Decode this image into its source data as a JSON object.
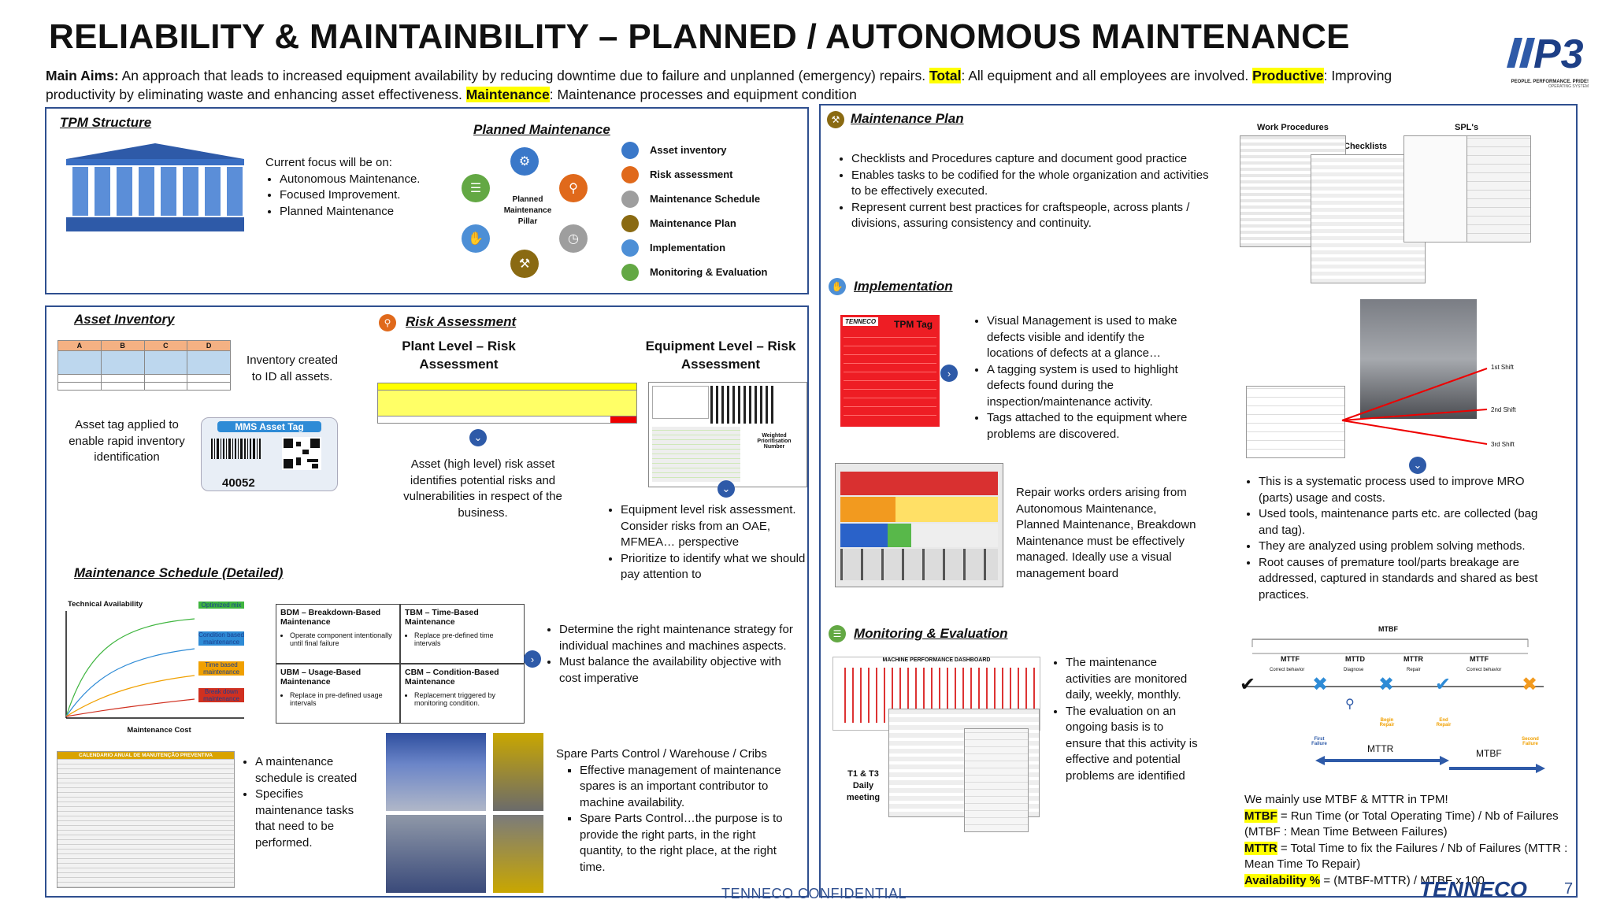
{
  "header": {
    "title": "RELIABILITY & MAINTAINBILITY – PLANNED / AUTONOMOUS MAINTENANCE",
    "aims_label": "Main Aims:",
    "aims_text": " An approach that leads to increased equipment availability by reducing downtime due to failure and unplanned (emergency) repairs.  ",
    "total_label": "Total",
    "total_text": ": All equipment and all employees are involved.  ",
    "productive_label": "Productive",
    "productive_text": ": Improving productivity by eliminating waste and enhancing asset effectiveness.  ",
    "maintenance_label": "Maintenance",
    "maintenance_text": ": Maintenance processes and equipment condition",
    "logo_text": "P3",
    "logo_tagline": "PEOPLE. PERFORMANCE. PRIDE!",
    "logo_sub": "OPERATING SYSTEM"
  },
  "tpm": {
    "heading": "TPM Structure",
    "focus_intro": "Current focus will be on:",
    "focus_items": [
      "Autonomous Maintenance.",
      "Focused Improvement.",
      "Planned Maintenance"
    ]
  },
  "planned": {
    "heading": "Planned Maintenance",
    "hub_label": "Planned Maintenance Pillar",
    "legend": [
      {
        "label": "Asset inventory",
        "color": "#3a78c9"
      },
      {
        "label": "Risk assessment",
        "color": "#e0691b"
      },
      {
        "label": "Maintenance Schedule",
        "color": "#9e9e9e"
      },
      {
        "label": "Maintenance Plan",
        "color": "#8a6a12"
      },
      {
        "label": "Implementation",
        "color": "#4d8fd6"
      },
      {
        "label": "Monitoring & Evaluation",
        "color": "#63a844"
      }
    ]
  },
  "asset": {
    "heading": "Asset Inventory",
    "table_cols": [
      "A",
      "B",
      "C",
      "D"
    ],
    "inventory_text": "Inventory created to ID all assets.",
    "tag_text": "Asset tag applied to enable rapid inventory identification",
    "tag_title": "MMS Asset Tag",
    "tag_number": "40052"
  },
  "risk": {
    "heading": "Risk Assessment",
    "plant_title": "Plant Level – Risk Assessment",
    "equip_title": "Equipment Level – Risk Assessment",
    "plant_text": "Asset (high level) risk asset identifies potential risks and vulnerabilities in respect of the business.",
    "equip_bullets": [
      "Equipment level risk assessment. Consider risks from an OAE, MFMEA… perspective",
      "Prioritize to identify what we should pay attention to"
    ],
    "weighted_label": "Weighted Prioritisation Number"
  },
  "schedule": {
    "heading": "Maintenance Schedule (Detailed)",
    "chart_title": "Technical Availability",
    "chart_xlabel": "Maintenance Cost",
    "chart_labels": [
      "Optimized mix",
      "Condition based maintenance",
      "Time based maintenance",
      "Break down maintenance"
    ],
    "strategies": [
      {
        "title": "BDM –  Breakdown-Based Maintenance",
        "item": "Operate component intentionally until final failure"
      },
      {
        "title": "TBM – Time-Based Maintenance",
        "item": "Replace pre-defined time intervals"
      },
      {
        "title": "UBM – Usage-Based Maintenance",
        "item": "Replace in pre-defined usage intervals"
      },
      {
        "title": "CBM – Condition-Based Maintenance",
        "item": "Replacement triggered by monitoring condition."
      }
    ],
    "strategy_bullets": [
      "Determine the right maintenance strategy for individual machines and machines aspects.",
      "Must balance the availability objective with cost imperative"
    ],
    "calendar_title": "CALENDARIO ANUAL DE MANUTENÇÃO PREVENTIVA",
    "calendar_bullets": [
      "A maintenance schedule is created",
      "Specifies maintenance tasks that need to be performed."
    ],
    "spare_intro": "Spare Parts Control / Warehouse / Cribs",
    "spare_bullets": [
      "Effective management of maintenance spares is an important contributor to machine availability.",
      "Spare Parts Control…the purpose is to provide the right parts, in the right quantity, to the right place, at the right time."
    ]
  },
  "plan": {
    "heading": "Maintenance Plan",
    "bullets": [
      "Checklists and Procedures capture and document good practice",
      "Enables tasks to be codified for the whole organization and activities to be effectively executed.",
      "Represent current best practices for craftspeople, across plants / divisions, assuring consistency and continuity."
    ],
    "img_labels": [
      "Work Procedures",
      "Checklists",
      "SPL's"
    ]
  },
  "impl": {
    "heading": "Implementation",
    "tag_brand": "TENNECO",
    "tag_title": "TPM Tag",
    "visual_bullets": [
      "Visual Management is used to make defects visible and identify the locations of defects at a glance…",
      "A tagging system is used to highlight defects found during the inspection/maintenance activity.",
      "Tags attached to the equipment where problems are discovered."
    ],
    "board_text": "Repair works orders arising from Autonomous Maintenance, Planned Maintenance, Breakdown Maintenance must be effectively managed.  Ideally use a visual management board",
    "shift_labels": [
      "1st Shift",
      "2nd Shift",
      "3rd Shift"
    ],
    "mro_bullets": [
      "This is a systematic process used to improve MRO (parts) usage and costs.",
      "Used tools, maintenance parts etc. are collected (bag and tag).",
      "They are analyzed using problem solving methods.",
      "Root causes of premature tool/parts breakage are addressed, captured in standards and shared as best practices."
    ]
  },
  "monitor": {
    "heading": "Monitoring & Evaluation",
    "dashboard_title": "MACHINE PERFORMANCE DASHBOARD",
    "meeting_label": "T1 & T3 Daily meeting",
    "bullets": [
      "The maintenance activities are monitored daily, weekly, monthly.",
      "The evaluation on an ongoing basis is to ensure that this activity is effective and potential problems are identified"
    ],
    "mtbf_labels": {
      "top": "MTBF",
      "row": [
        "MTTF",
        "MTTD",
        "MTTR",
        "MTTF"
      ],
      "sub": [
        "Correct behavior",
        "Diagnose",
        "Repair",
        "Correct behavior"
      ],
      "events": [
        "First Failure",
        "Begin Repair",
        "End Repair",
        "Second Failure"
      ],
      "mttr": "MTTR",
      "mtbf_bottom": "MTBF"
    },
    "use_text": "We mainly use MTBF & MTTR in TPM!",
    "mtbf_label": "MTBF",
    "mtbf_text": " = Run Time (or Total Operating Time) / Nb of Failures (MTBF : Mean Time Between Failures)",
    "mttr_label": "MTTR",
    "mttr_text": " = Total Time to fix the Failures / Nb of Failures (MTTR : Mean Time To Repair)",
    "avail_label": "Availability %",
    "avail_text": " = (MTBF-MTTR) / MTBF x 100"
  },
  "footer": {
    "confidential": "TENNECO CONFIDENTIAL",
    "brand": "TENNECO",
    "page": "7"
  }
}
